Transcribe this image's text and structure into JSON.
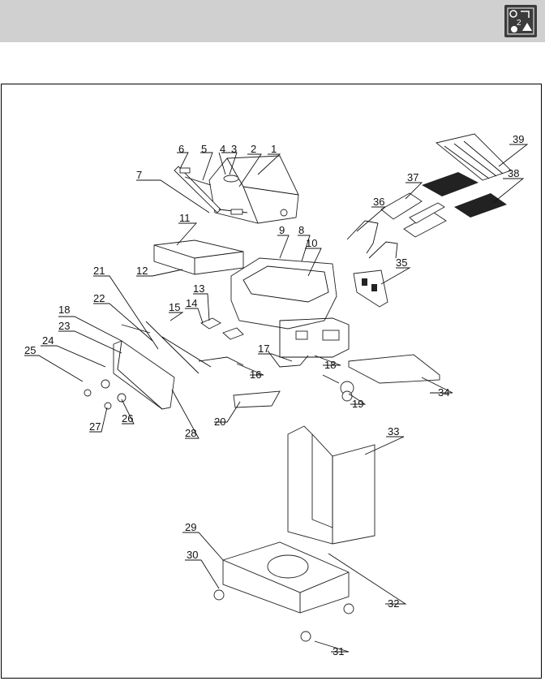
{
  "header": {
    "icon": "assembly-tools-icon"
  },
  "parts": {
    "labels": [
      "1",
      "2",
      "3",
      "4",
      "5",
      "6",
      "7",
      "8",
      "9",
      "10",
      "11",
      "12",
      "13",
      "14",
      "15",
      "16",
      "17",
      "18",
      "18",
      "19",
      "20",
      "21",
      "22",
      "23",
      "24",
      "25",
      "26",
      "27",
      "28",
      "29",
      "30",
      "31",
      "32",
      "33",
      "34",
      "35",
      "36",
      "37",
      "38",
      "39"
    ]
  }
}
